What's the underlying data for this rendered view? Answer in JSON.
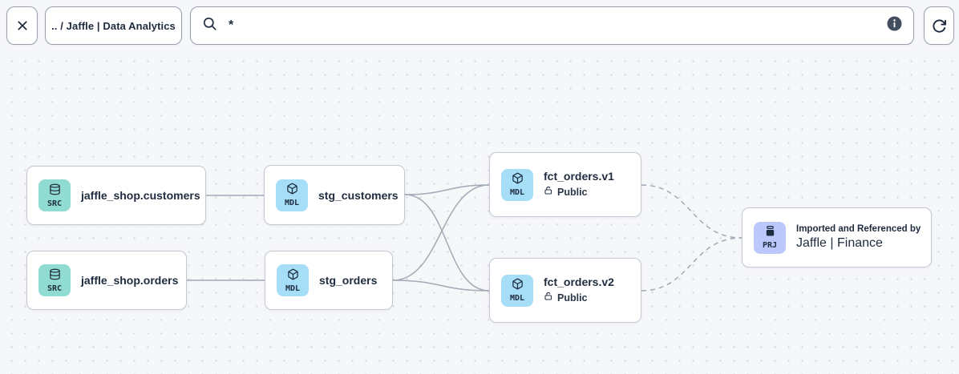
{
  "toolbar": {
    "close_icon": "x-icon",
    "breadcrumb": ".. / Jaffle | Data Analytics",
    "search": {
      "value": "*"
    },
    "info_icon": "info-icon",
    "refresh_icon": "refresh-icon"
  },
  "nodes": {
    "src_customers": {
      "badge": "SRC",
      "label": "jaffle_shop.customers"
    },
    "src_orders": {
      "badge": "SRC",
      "label": "jaffle_shop.orders"
    },
    "stg_customers": {
      "badge": "MDL",
      "label": "stg_customers"
    },
    "stg_orders": {
      "badge": "MDL",
      "label": "stg_orders"
    },
    "fct_orders_v1": {
      "badge": "MDL",
      "label": "fct_orders.v1",
      "access": "Public"
    },
    "fct_orders_v2": {
      "badge": "MDL",
      "label": "fct_orders.v2",
      "access": "Public"
    },
    "prj_finance": {
      "badge": "PRJ",
      "subtitle": "Imported and Referenced by",
      "label": "Jaffle | Finance"
    }
  },
  "edges": [
    {
      "from": "jaffle_shop.customers",
      "to": "stg_customers",
      "style": "solid"
    },
    {
      "from": "jaffle_shop.orders",
      "to": "stg_orders",
      "style": "solid"
    },
    {
      "from": "stg_customers",
      "to": "fct_orders.v1",
      "style": "solid"
    },
    {
      "from": "stg_customers",
      "to": "fct_orders.v2",
      "style": "solid"
    },
    {
      "from": "stg_orders",
      "to": "fct_orders.v1",
      "style": "solid"
    },
    {
      "from": "stg_orders",
      "to": "fct_orders.v2",
      "style": "solid"
    },
    {
      "from": "fct_orders.v1",
      "to": "Jaffle | Finance",
      "style": "dashed"
    },
    {
      "from": "fct_orders.v2",
      "to": "Jaffle | Finance",
      "style": "dashed"
    }
  ],
  "colors": {
    "badge_src": "#90dcd2",
    "badge_mdl": "#a7def7",
    "badge_prj": "#bcc8fb",
    "text": "#1f2b3e",
    "edge": "#a2aab5",
    "canvas_bg": "#f6f7f9"
  }
}
